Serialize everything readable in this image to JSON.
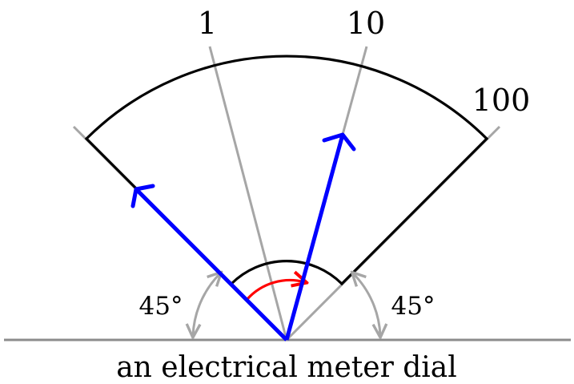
{
  "caption": "an electrical meter dial",
  "scale_labels": [
    "1",
    "10",
    "100"
  ],
  "angle_labels": {
    "left": "45°",
    "right": "45°"
  },
  "colors": {
    "outline": "#000000",
    "tick_lines": "#a6a6a6",
    "baseline": "#8c8c8c",
    "vectors": "#0000ff",
    "rotation_arrow": "#ff0000",
    "angle_markers": "#a6a6a6",
    "background": "#ffffff"
  }
}
